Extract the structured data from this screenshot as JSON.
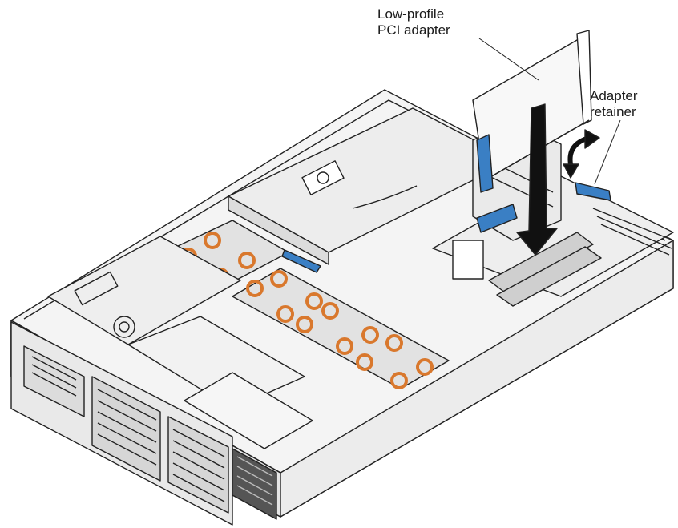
{
  "callouts": {
    "pci_adapter": {
      "line1": "Low-profile",
      "line2": "PCI adapter"
    },
    "adapter_retainer": {
      "line1": "Adapter",
      "line2": "retainer"
    }
  },
  "colors": {
    "line": "#222222",
    "fan_accent": "#d9782d",
    "retainer_blue": "#3a7fc4",
    "chassis_fill": "#f4f4f4",
    "shade": "#d8d8d8"
  }
}
